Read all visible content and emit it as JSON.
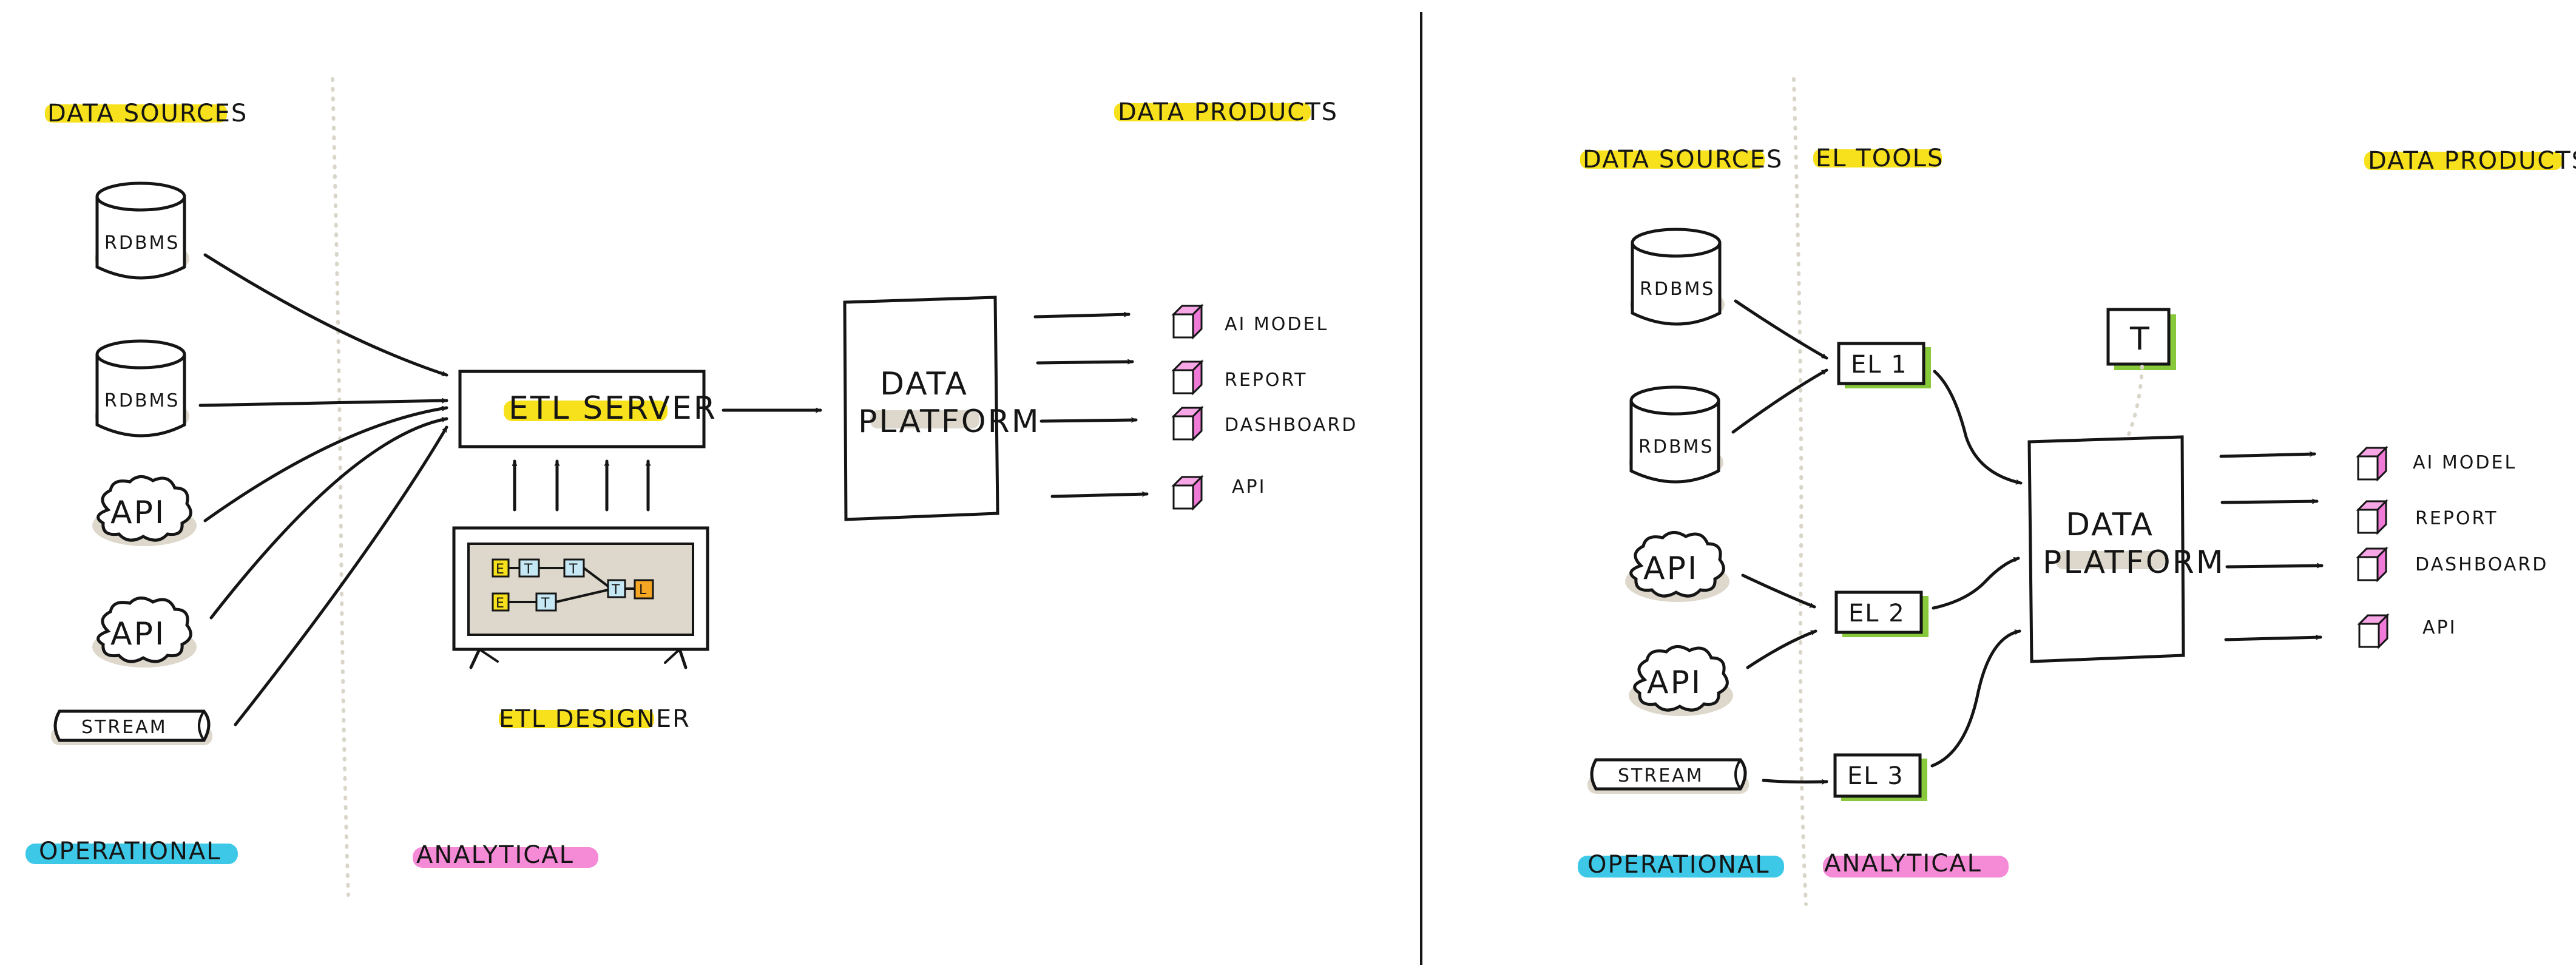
{
  "colors": {
    "highlight_yellow": "#f7e11c",
    "highlight_cyan": "#3dc8e8",
    "highlight_pink": "#f58ad6",
    "el_green": "#88c93b",
    "cube_pink": "#f07ad8",
    "shadow": "#ddd8cb"
  },
  "left": {
    "data_sources": "DATA SOURCES",
    "data_products": "DATA PRODUCTS",
    "operational": "OPERATIONAL",
    "analytical": "ANALYTICAL",
    "sources": [
      "RDBMS",
      "RDBMS",
      "API",
      "API",
      "STREAM"
    ],
    "etl_server": "ETL SERVER",
    "etl_designer": "ETL DESIGNER",
    "designer_nodes": [
      "E",
      "T",
      "T",
      "T",
      "L",
      "E",
      "T"
    ],
    "platform_line1": "DATA",
    "platform_line2": "PLATFORM",
    "products": [
      "AI MODEL",
      "REPORT",
      "DASHBOARD",
      "API"
    ]
  },
  "right": {
    "data_sources": "DATA SOURCES",
    "el_tools": "EL TOOLS",
    "data_products": "DATA PRODUCTS",
    "operational": "OPERATIONAL",
    "analytical": "ANALYTICAL",
    "sources": [
      "RDBMS",
      "RDBMS",
      "API",
      "API",
      "STREAM"
    ],
    "el_boxes": [
      "EL 1",
      "EL 2",
      "EL 3"
    ],
    "transform": "T",
    "platform_line1": "DATA",
    "platform_line2": "PLATFORM",
    "products": [
      "AI MODEL",
      "REPORT",
      "DASHBOARD",
      "API"
    ]
  }
}
